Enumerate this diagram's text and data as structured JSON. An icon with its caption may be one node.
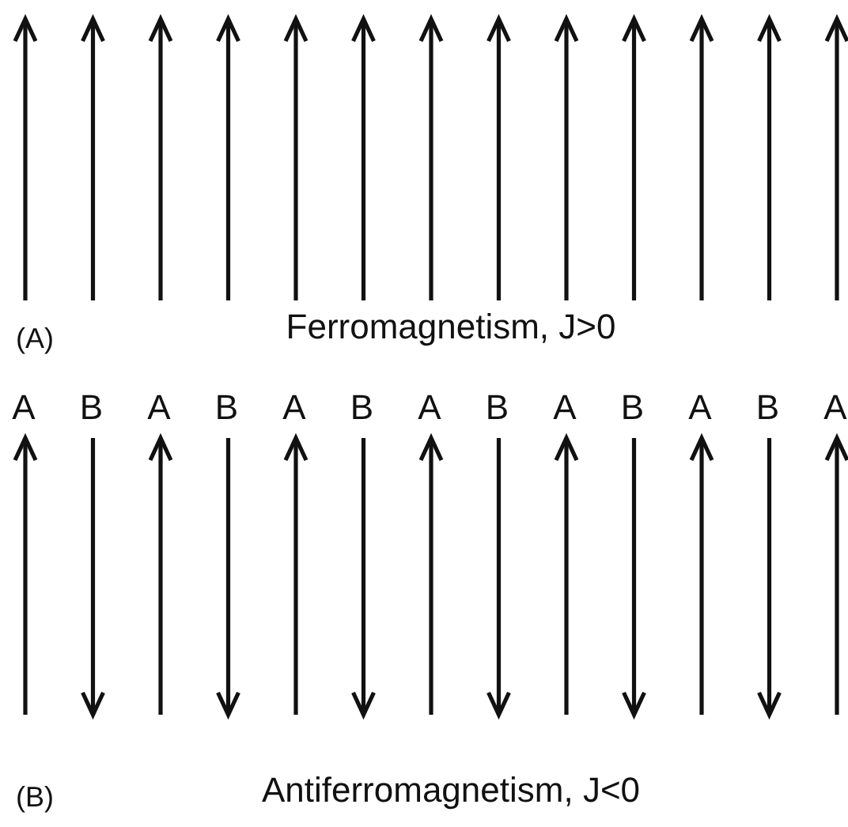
{
  "diagram": {
    "labels": [
      "(A)",
      "Ferromagnetism, J>0",
      "A",
      "B",
      "A",
      "B",
      "A",
      "B",
      "A",
      "B",
      "A",
      "B",
      "A",
      "B",
      "A",
      "(B)",
      "Antiferromagnetism, J<0"
    ]
  }
}
